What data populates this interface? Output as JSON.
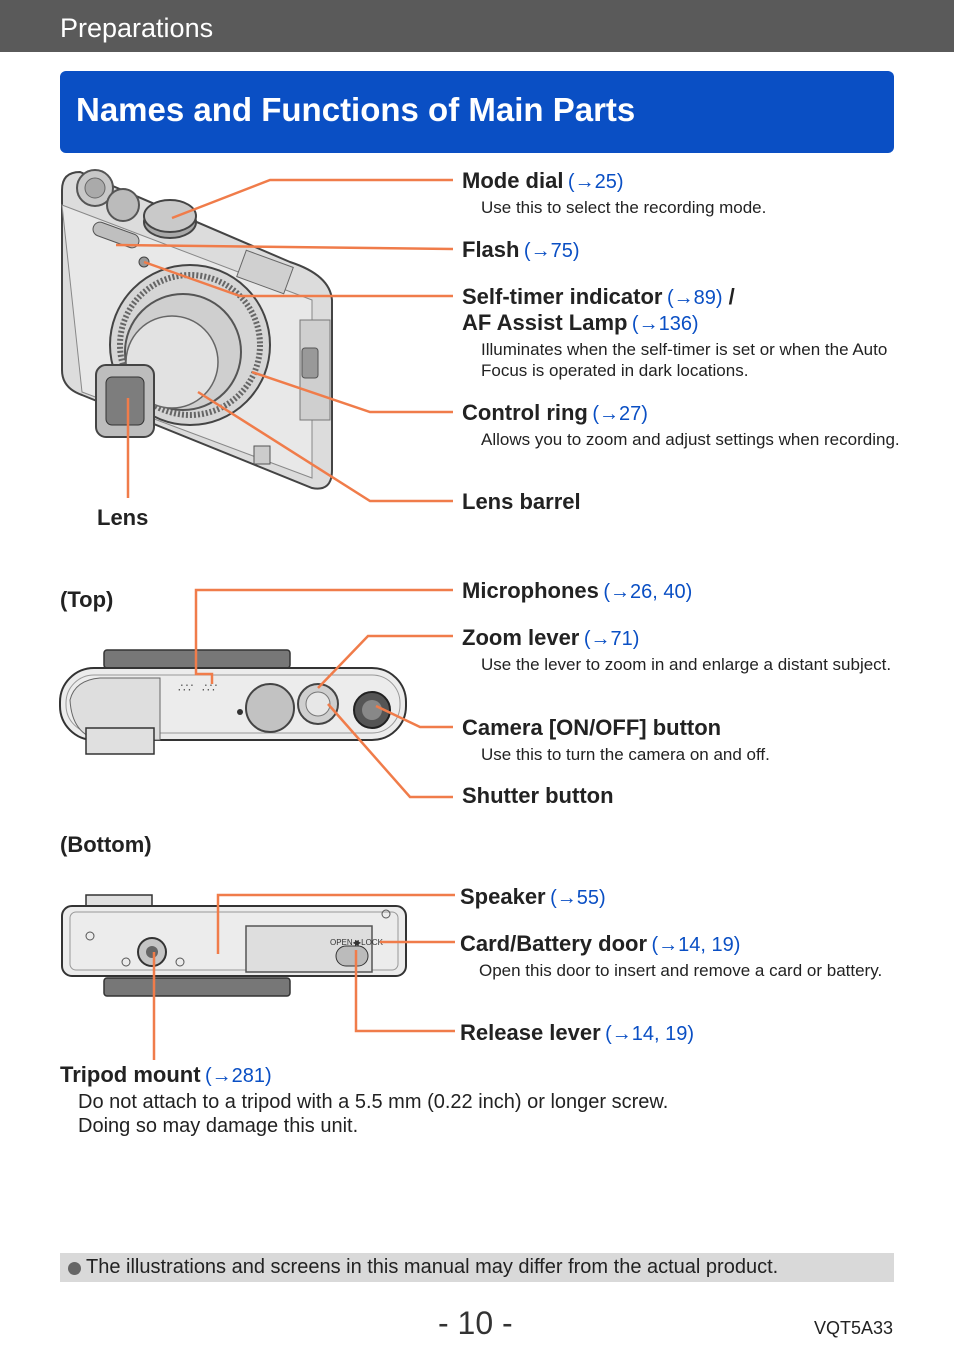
{
  "header": {
    "section": "Preparations"
  },
  "title": "Names and Functions of Main Parts",
  "front_parts": [
    {
      "name": "Mode dial",
      "ref": "(→25)",
      "desc": "Use this to select the recording mode."
    },
    {
      "name": "Flash",
      "ref": "(→75)",
      "desc": ""
    },
    {
      "name": "Self-timer indicator",
      "ref": "(→89)",
      "sep": " /",
      "name2": "AF Assist Lamp",
      "ref2": "(→136)",
      "desc": "Illuminates when the self-timer is set or when the Auto Focus is operated in dark locations."
    },
    {
      "name": "Control ring",
      "ref": "(→27)",
      "desc": "Allows you to zoom and adjust settings when recording."
    },
    {
      "name": "Lens barrel",
      "ref": "",
      "desc": ""
    }
  ],
  "lens_label": "Lens",
  "top_label": "(Top)",
  "top_parts": [
    {
      "name": "Microphones",
      "ref": "(→26, 40)",
      "desc": ""
    },
    {
      "name": "Zoom lever",
      "ref": "(→71)",
      "desc": "Use the lever to zoom in and enlarge a distant subject."
    },
    {
      "name": "Camera [ON/OFF] button",
      "ref": "",
      "desc": "Use this to turn the camera on and off."
    },
    {
      "name": "Shutter button",
      "ref": "",
      "desc": ""
    }
  ],
  "bottom_label": "(Bottom)",
  "bottom_parts": [
    {
      "name": "Speaker",
      "ref": "(→55)",
      "desc": ""
    },
    {
      "name": "Card/Battery door",
      "ref": "(→14, 19)",
      "desc": "Open this door to insert and remove a card or battery."
    },
    {
      "name": "Release lever",
      "ref": "(→14, 19)",
      "desc": ""
    }
  ],
  "door_text": {
    "open": "OPEN◀",
    "lock": "▶LOCK"
  },
  "tripod": {
    "name": "Tripod mount",
    "ref": "(→281)",
    "desc1": "Do not attach to a tripod with a 5.5 mm (0.22 inch) or longer screw.",
    "desc2": "Doing so may damage this unit."
  },
  "note": "The illustrations and screens in this manual may differ from the actual product.",
  "page_number": "- 10 -",
  "doc_code": "VQT5A33",
  "colors": {
    "accent": "#0a4fc4",
    "leader": "#f07c4a",
    "topbar": "#5a5a5a"
  }
}
